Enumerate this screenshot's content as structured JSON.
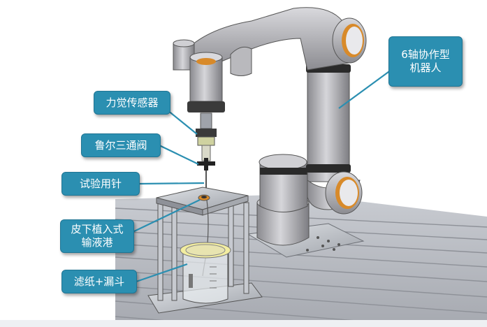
{
  "labels": {
    "robot": "6轴协作型\n机器人",
    "force_sensor": "力觉传感器",
    "three_way_valve": "鲁尔三通阀",
    "test_needle": "试验用针",
    "port": "皮下植入式\n输液港",
    "filter_funnel": "滤纸+漏斗"
  },
  "colors": {
    "label_fill": "#2b8fb1",
    "robot_body": "#a9a9ad",
    "robot_ring": "#2a2a2a",
    "joint_cap": "#d88a2a",
    "table": "#b9bcc3"
  }
}
